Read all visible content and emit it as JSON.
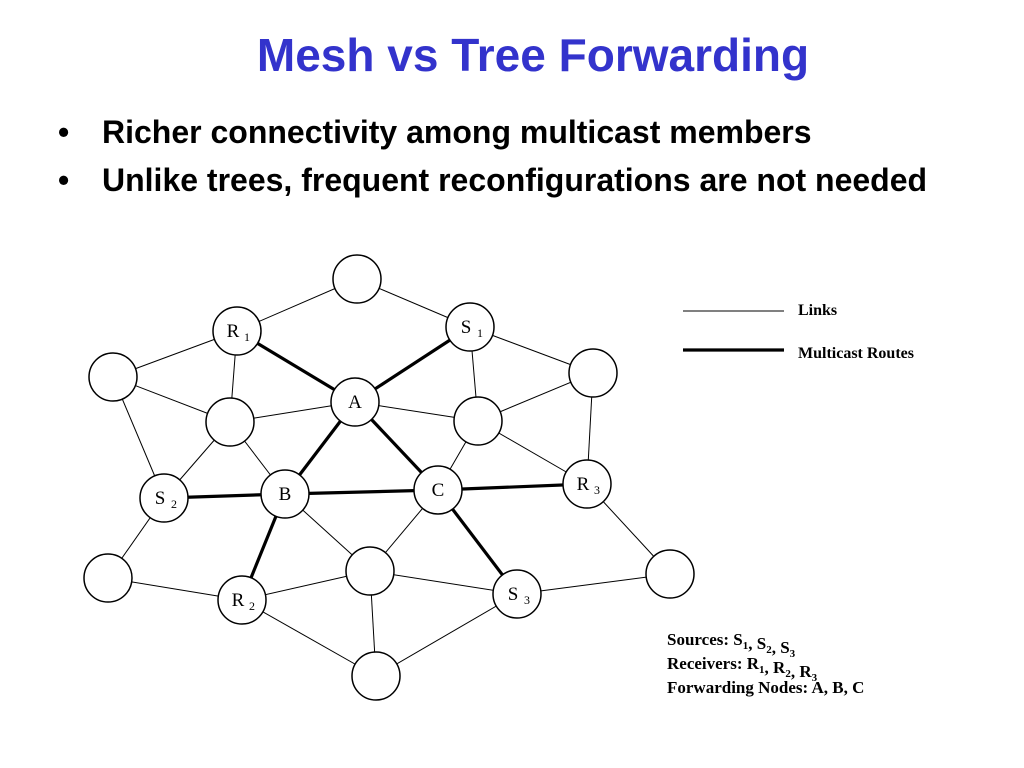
{
  "title": "Mesh vs Tree Forwarding",
  "bullets": [
    {
      "marker": "•",
      "text": "Richer connectivity among multicast members"
    },
    {
      "marker": "•",
      "text": "Unlike trees, frequent reconfigurations are not needed"
    }
  ],
  "diagram": {
    "nodes": [
      {
        "id": "top",
        "label": "",
        "sub": ""
      },
      {
        "id": "R1",
        "label": "R",
        "sub": "1"
      },
      {
        "id": "S1",
        "label": "S",
        "sub": "1"
      },
      {
        "id": "A",
        "label": "A",
        "sub": ""
      },
      {
        "id": "left-upper",
        "label": "",
        "sub": ""
      },
      {
        "id": "right-upper",
        "label": "",
        "sub": ""
      },
      {
        "id": "inner-left",
        "label": "",
        "sub": ""
      },
      {
        "id": "inner-right",
        "label": "",
        "sub": ""
      },
      {
        "id": "S2",
        "label": "S",
        "sub": "2"
      },
      {
        "id": "B",
        "label": "B",
        "sub": ""
      },
      {
        "id": "C",
        "label": "C",
        "sub": ""
      },
      {
        "id": "R3",
        "label": "R",
        "sub": "3"
      },
      {
        "id": "left-lower",
        "label": "",
        "sub": ""
      },
      {
        "id": "center-lower",
        "label": "",
        "sub": ""
      },
      {
        "id": "right-lower",
        "label": "",
        "sub": ""
      },
      {
        "id": "R2",
        "label": "R",
        "sub": "2"
      },
      {
        "id": "S3",
        "label": "S",
        "sub": "3"
      },
      {
        "id": "bottom",
        "label": "",
        "sub": ""
      }
    ],
    "links": [
      [
        "top",
        "R1"
      ],
      [
        "top",
        "S1"
      ],
      [
        "R1",
        "left-upper"
      ],
      [
        "R1",
        "inner-left"
      ],
      [
        "S1",
        "right-upper"
      ],
      [
        "S1",
        "inner-right"
      ],
      [
        "A",
        "inner-left"
      ],
      [
        "A",
        "inner-right"
      ],
      [
        "left-upper",
        "inner-left"
      ],
      [
        "left-upper",
        "S2"
      ],
      [
        "right-upper",
        "inner-right"
      ],
      [
        "right-upper",
        "R3"
      ],
      [
        "inner-left",
        "S2"
      ],
      [
        "inner-left",
        "B"
      ],
      [
        "inner-right",
        "C"
      ],
      [
        "inner-right",
        "R3"
      ],
      [
        "S2",
        "left-lower"
      ],
      [
        "B",
        "center-lower"
      ],
      [
        "C",
        "center-lower"
      ],
      [
        "R3",
        "right-lower"
      ],
      [
        "left-lower",
        "R2"
      ],
      [
        "center-lower",
        "R2"
      ],
      [
        "center-lower",
        "S3"
      ],
      [
        "center-lower",
        "bottom"
      ],
      [
        "right-lower",
        "S3"
      ],
      [
        "R2",
        "bottom"
      ],
      [
        "S3",
        "bottom"
      ]
    ],
    "routes": [
      [
        "R1",
        "A"
      ],
      [
        "S1",
        "A"
      ],
      [
        "A",
        "B"
      ],
      [
        "A",
        "C"
      ],
      [
        "S2",
        "B"
      ],
      [
        "B",
        "C"
      ],
      [
        "C",
        "R3"
      ],
      [
        "B",
        "R2"
      ],
      [
        "C",
        "S3"
      ]
    ],
    "legend": {
      "links": "Links",
      "routes": "Multicast Routes"
    },
    "summary": {
      "sources": [
        {
          "text": "Sources: S"
        },
        {
          "text": "1",
          "sub": true
        },
        {
          "text": ", S"
        },
        {
          "text": "2",
          "sub": true
        },
        {
          "text": ", S"
        },
        {
          "text": "3",
          "sub": true
        }
      ],
      "receivers": [
        {
          "text": "Receivers: R"
        },
        {
          "text": "1",
          "sub": true
        },
        {
          "text": ", R"
        },
        {
          "text": "2",
          "sub": true
        },
        {
          "text": ", R"
        },
        {
          "text": "3",
          "sub": true
        }
      ],
      "forwarding": [
        {
          "text": "Forwarding Nodes: A, B, C"
        }
      ]
    }
  }
}
